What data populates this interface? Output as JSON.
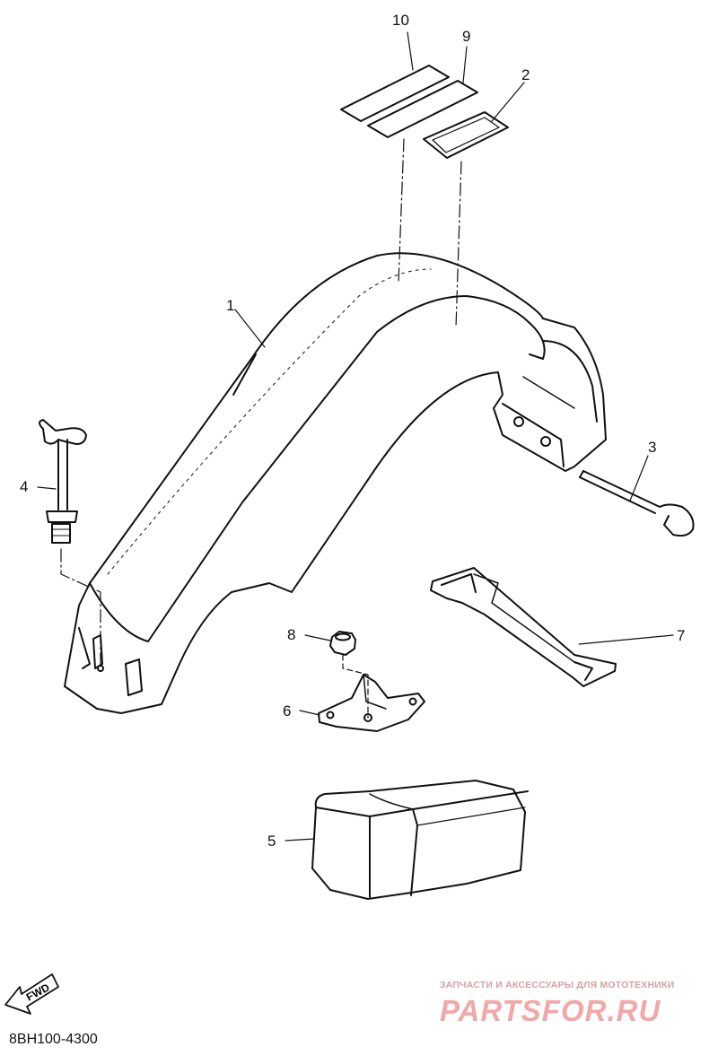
{
  "callouts": {
    "p1": "1",
    "p2": "2",
    "p3": "3",
    "p4": "4",
    "p5": "5",
    "p6": "6",
    "p7": "7",
    "p8": "8",
    "p9": "9",
    "p10": "10"
  },
  "fwd_label": "FWD",
  "diagram_code": "8BH100-4300",
  "watermark": {
    "tagline": "ЗАПЧАСТИ И АКСЕССУАРЫ ДЛЯ МОТОТЕХНИКИ",
    "logo": "PARTSFOR.RU"
  },
  "colors": {
    "line": "#111111",
    "watermark": "#f0a8a8"
  }
}
